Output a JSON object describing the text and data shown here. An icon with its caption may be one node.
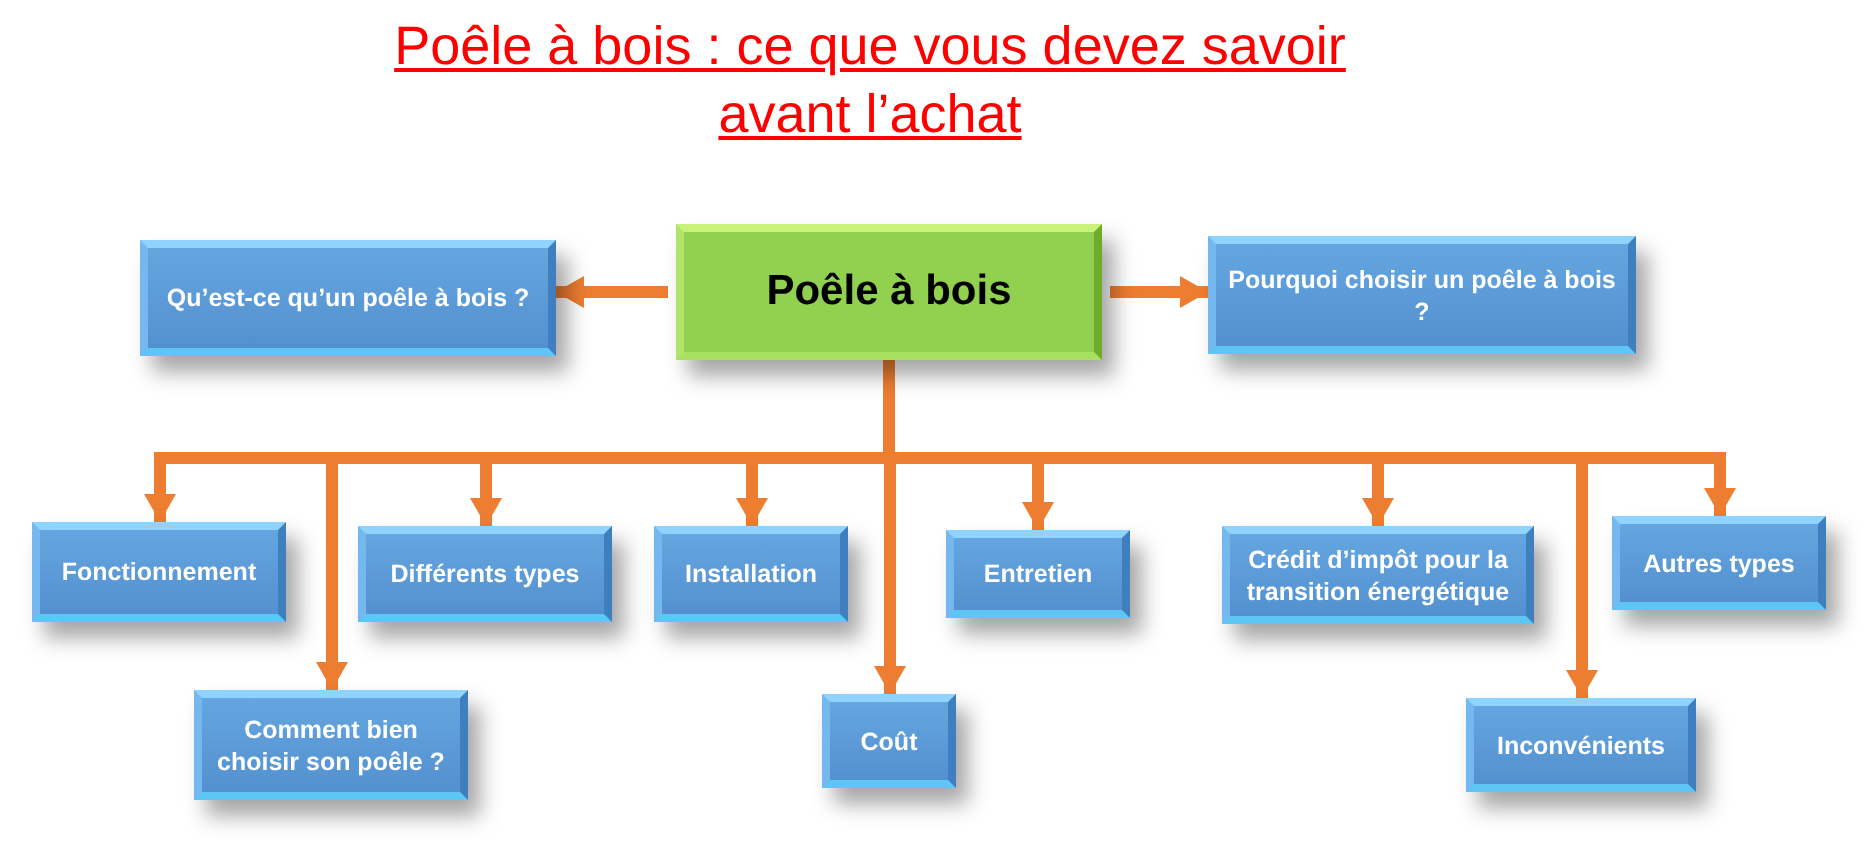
{
  "diagram": {
    "title": "Poêle à bois : ce que vous devez savoir avant l’achat",
    "nodes": [
      {
        "text": [
          "Poêle à bois"
        ]
      },
      {
        "text": [
          "Qu’est-ce qu’un poêle à bois ?"
        ]
      },
      {
        "text": [
          "Pourquoi choisir un poêle à bois ?"
        ]
      },
      {
        "text": [
          "Fonctionnement"
        ]
      },
      {
        "text": [
          "Comment bien choisir son poêle ?"
        ]
      },
      {
        "text": [
          "Différents types"
        ]
      },
      {
        "text": [
          "Installation"
        ]
      },
      {
        "text": [
          "Coût"
        ]
      },
      {
        "text": [
          "Entretien"
        ]
      },
      {
        "text": [
          "Crédit d’impôt pour la transition énergétique"
        ]
      },
      {
        "text": [
          "Inconvénients"
        ]
      },
      {
        "text": [
          "Autres types"
        ]
      }
    ],
    "edges": [
      {
        "from": 0,
        "to": 1,
        "arrow": "to"
      },
      {
        "from": 0,
        "to": 2,
        "arrow": "to"
      },
      {
        "from": 0,
        "to": 3,
        "arrow": "to"
      },
      {
        "from": 0,
        "to": 4,
        "arrow": "to"
      },
      {
        "from": 0,
        "to": 5,
        "arrow": "to"
      },
      {
        "from": 0,
        "to": 6,
        "arrow": "to"
      },
      {
        "from": 0,
        "to": 7,
        "arrow": "to"
      },
      {
        "from": 0,
        "to": 8,
        "arrow": "to"
      },
      {
        "from": 0,
        "to": 9,
        "arrow": "to"
      },
      {
        "from": 0,
        "to": 10,
        "arrow": "to"
      },
      {
        "from": 0,
        "to": 11,
        "arrow": "to"
      }
    ]
  }
}
